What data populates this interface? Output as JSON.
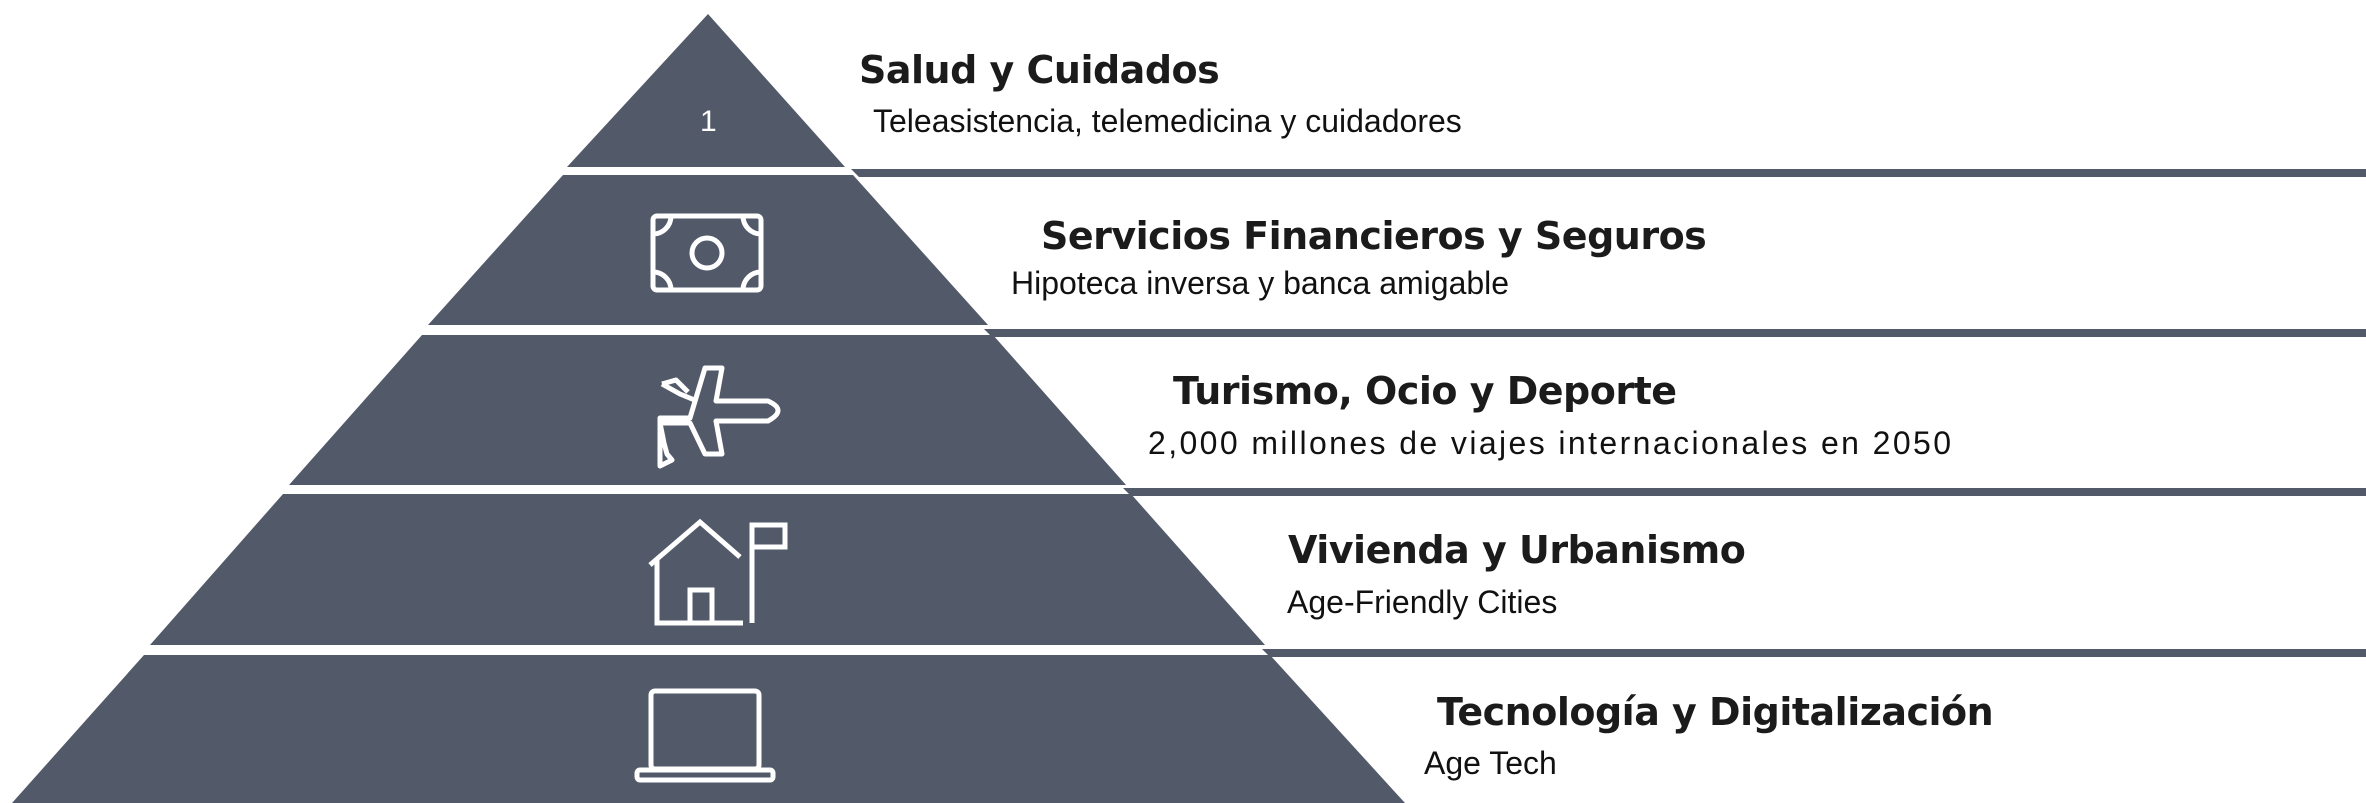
{
  "colors": {
    "layer": "#525969",
    "line": "#525969",
    "icon": "#ffffff",
    "background": "#ffffff"
  },
  "tiers": [
    {
      "number": "1",
      "title": "Salud y Cuidados",
      "subtitle": "Teleasistencia, telemedicina y cuidadores"
    },
    {
      "icon": "banknote-icon",
      "title": "Servicios Financieros y Seguros",
      "subtitle": "Hipoteca inversa y banca amigable"
    },
    {
      "icon": "airplane-icon",
      "title": "Turismo, Ocio y Deporte",
      "subtitle": "2,000 millones de viajes internacionales en 2050"
    },
    {
      "icon": "house-flag-icon",
      "title": "Vivienda y Urbanismo",
      "subtitle": "Age-Friendly Cities"
    },
    {
      "icon": "laptop-icon",
      "title": "Tecnología y Digitalización",
      "subtitle": "Age Tech"
    }
  ]
}
